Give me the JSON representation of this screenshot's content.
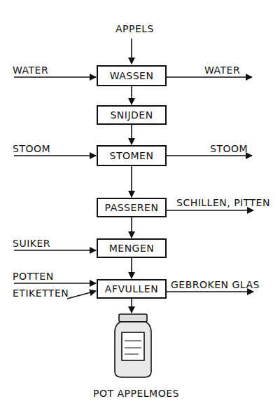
{
  "diagram": {
    "nodes": [
      {
        "text": [
          "WASSEN"
        ]
      },
      {
        "text": [
          "SNIJDEN"
        ]
      },
      {
        "text": [
          "STOMEN"
        ]
      },
      {
        "text": [
          "PASSEREN"
        ]
      },
      {
        "text": [
          "MENGEN"
        ]
      },
      {
        "text": [
          "AFVULLEN"
        ]
      }
    ],
    "edges": [
      {
        "from": 0,
        "to": 1,
        "arrow": "to"
      },
      {
        "from": 1,
        "to": 2,
        "arrow": "to"
      },
      {
        "from": 2,
        "to": 3,
        "arrow": "to"
      },
      {
        "from": 3,
        "to": 4,
        "arrow": "to"
      },
      {
        "from": 4,
        "to": 5,
        "arrow": "to"
      }
    ],
    "labels": [
      "APPELS",
      "WATER",
      "WATER",
      "STOOM",
      "STOOM",
      "SCHILLEN, PITTEN",
      "SUIKER",
      "POTTEN",
      "ETIKETTEN",
      "GEBROKEN GLAS",
      "POT APPELMOES"
    ]
  }
}
